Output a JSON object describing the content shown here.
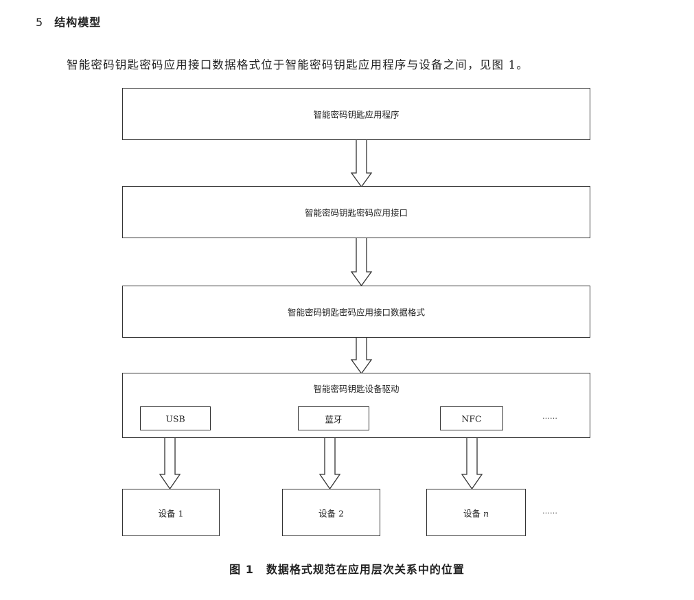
{
  "section": {
    "number": "5",
    "title": "结构模型"
  },
  "intro_text": "智能密码钥匙密码应用接口数据格式位于智能密码钥匙应用程序与设备之间，见图 1。",
  "diagram": {
    "layers": [
      "智能密码钥匙应用程序",
      "智能密码钥匙密码应用接口",
      "智能密码钥匙密码应用接口数据格式",
      "智能密码钥匙设备驱动"
    ],
    "drivers": [
      "USB",
      "蓝牙",
      "NFC"
    ],
    "drivers_ellipsis": "……",
    "devices": [
      {
        "prefix": "设备",
        "suffix": "1"
      },
      {
        "prefix": "设备",
        "suffix": "2"
      },
      {
        "prefix": "设备",
        "suffix": "n"
      }
    ],
    "devices_ellipsis": "……"
  },
  "caption": {
    "number": "图 1",
    "text": "数据格式规范在应用层次关系中的位置"
  }
}
